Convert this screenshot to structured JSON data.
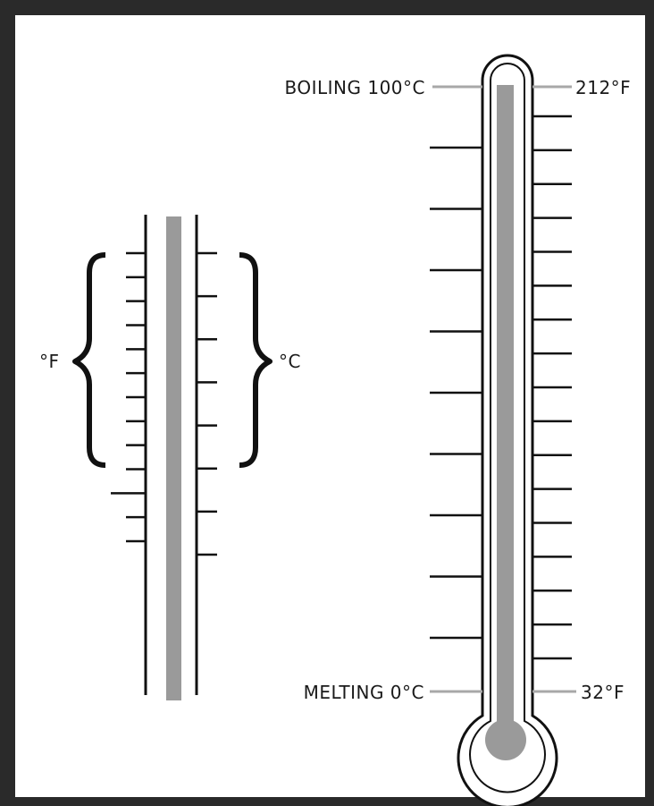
{
  "labels": {
    "boiling": "BOILING 100°C",
    "melting": "MELTING 0°C",
    "fahrenheit_top": "212°F",
    "fahrenheit_bottom": "32°F",
    "small_fahrenheit": "°F",
    "small_celsius": "°C"
  },
  "colors": {
    "frame": "#2a2a2a",
    "ink": "#111111",
    "mercury": "#9a9a9a",
    "leader": "#a8a8a8",
    "background": "#ffffff"
  },
  "large_thermometer": {
    "celsius_tick_count": 9,
    "fahrenheit_tick_count": 17
  },
  "small_thermometer": {
    "fahrenheit_tick_count": 13,
    "celsius_tick_count": 8
  }
}
